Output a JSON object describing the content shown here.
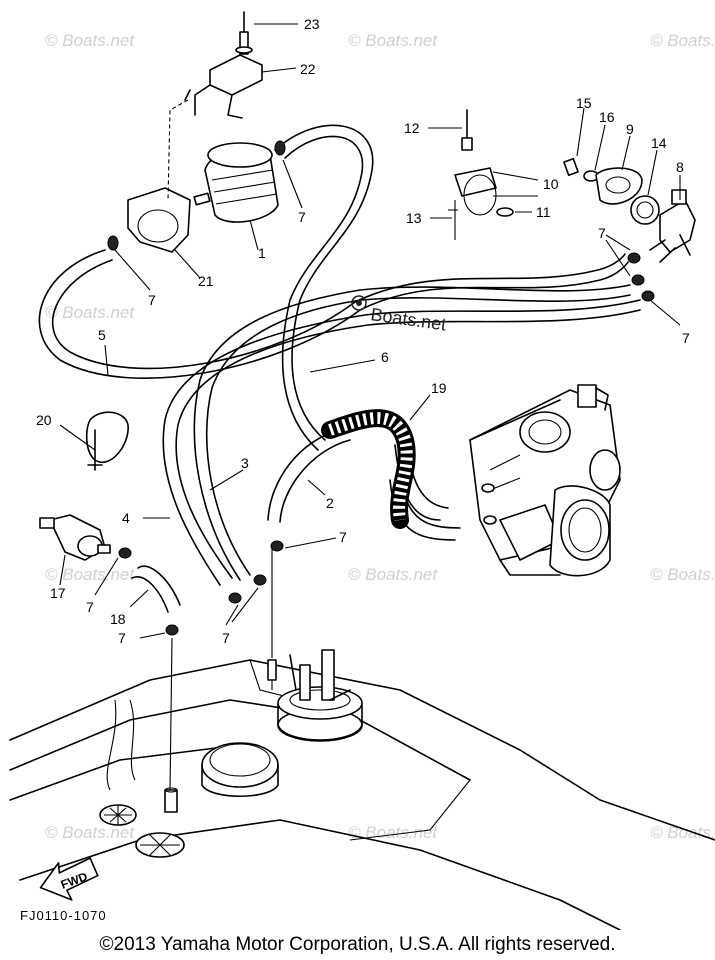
{
  "diagram": {
    "callouts": [
      "23",
      "22",
      "21",
      "1",
      "7",
      "12",
      "15",
      "16",
      "9",
      "14",
      "8",
      "10",
      "11",
      "13",
      "5",
      "6",
      "19",
      "20",
      "3",
      "4",
      "2",
      "17",
      "18"
    ],
    "drawing_code": "FJ0110-1070",
    "fwd_label": "FWD",
    "watermarks": [
      "© Boats.net",
      "Boats.net"
    ]
  },
  "footer": {
    "copyright": "©2013 Yamaha Motor Corporation, U.S.A. All rights reserved."
  }
}
